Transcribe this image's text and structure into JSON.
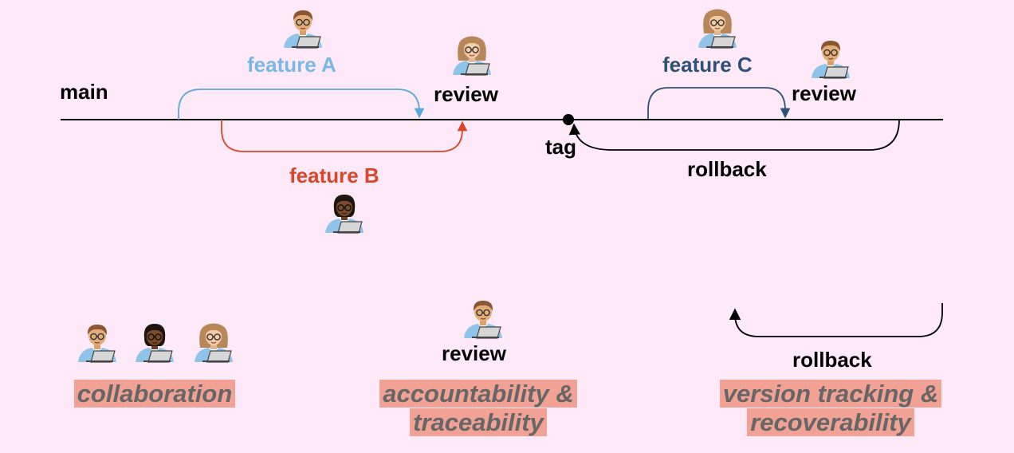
{
  "diagram": {
    "main_label": "main",
    "tag_label": "tag",
    "feature_a": {
      "label": "feature A",
      "color": "#79b8e3"
    },
    "feature_b": {
      "label": "feature B",
      "color": "#dc4628"
    },
    "feature_c": {
      "label": "feature C",
      "color": "#2f5077"
    },
    "review_label_1": "review",
    "review_label_2": "review",
    "rollback_label": "rollback"
  },
  "icons": {
    "developer_brown_hair": "developer-with-laptop-brown-hair",
    "developer_dark_skin": "developer-with-laptop-dark-skin",
    "developer_long_hair": "developer-with-laptop-long-hair"
  },
  "benefits": [
    {
      "title": "collaboration"
    },
    {
      "label": "review",
      "title_line1": "accountability &",
      "title_line2": "traceability"
    },
    {
      "label": "rollback",
      "title_line1": "version tracking &",
      "title_line2": "recoverability"
    }
  ],
  "colors": {
    "background": "#fde9f7",
    "highlight": "#f2a195",
    "benefit_text": "#666666",
    "line": "#000000"
  }
}
